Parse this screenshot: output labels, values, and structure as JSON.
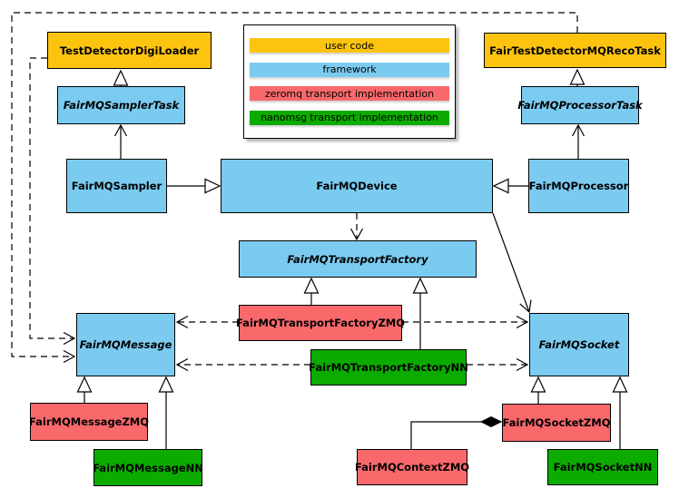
{
  "legend": {
    "items": [
      {
        "key": "user",
        "label": "user code",
        "color": "#FCC40F"
      },
      {
        "key": "framework",
        "label": "framework",
        "color": "#7BCBF1"
      },
      {
        "key": "zeromq",
        "label": "zeromq transport implementation",
        "color": "#F9696C"
      },
      {
        "key": "nanomsg",
        "label": "nanomsg transport implementation",
        "color": "#0BAB00"
      }
    ]
  },
  "nodes": {
    "digi_loader": {
      "label": "TestDetectorDigiLoader",
      "category": "user",
      "abstract": false
    },
    "reco_task": {
      "label": "FairTestDetectorMQRecoTask",
      "category": "user",
      "abstract": false
    },
    "sampler_task": {
      "label": "FairMQSamplerTask",
      "category": "framework",
      "abstract": true
    },
    "processor_task": {
      "label": "FairMQProcessorTask",
      "category": "framework",
      "abstract": true
    },
    "sampler": {
      "label": "FairMQSampler",
      "category": "framework",
      "abstract": false
    },
    "device": {
      "label": "FairMQDevice",
      "category": "framework",
      "abstract": false
    },
    "processor": {
      "label": "FairMQProcessor",
      "category": "framework",
      "abstract": false
    },
    "transport_factory": {
      "label": "FairMQTransportFactory",
      "category": "framework",
      "abstract": true
    },
    "transport_factory_zmq": {
      "label": "FairMQTransportFactoryZMQ",
      "category": "zeromq",
      "abstract": false
    },
    "transport_factory_nn": {
      "label": "FairMQTransportFactoryNN",
      "category": "nanomsg",
      "abstract": false
    },
    "message": {
      "label": "FairMQMessage",
      "category": "framework",
      "abstract": true
    },
    "socket": {
      "label": "FairMQSocket",
      "category": "framework",
      "abstract": true
    },
    "message_zmq": {
      "label": "FairMQMessageZMQ",
      "category": "zeromq",
      "abstract": false
    },
    "message_nn": {
      "label": "FairMQMessageNN",
      "category": "nanomsg",
      "abstract": false
    },
    "context_zmq": {
      "label": "FairMQContextZMQ",
      "category": "zeromq",
      "abstract": false
    },
    "socket_zmq": {
      "label": "FairMQSocketZMQ",
      "category": "zeromq",
      "abstract": false
    },
    "socket_nn": {
      "label": "FairMQSocketNN",
      "category": "nanomsg",
      "abstract": false
    }
  },
  "edges": [
    {
      "from": "sampler_task",
      "to": "digi_loader",
      "type": "inheritance"
    },
    {
      "from": "processor_task",
      "to": "reco_task",
      "type": "inheritance"
    },
    {
      "from": "sampler",
      "to": "device",
      "type": "inheritance"
    },
    {
      "from": "processor",
      "to": "device",
      "type": "inheritance"
    },
    {
      "from": "transport_factory_zmq",
      "to": "transport_factory",
      "type": "inheritance"
    },
    {
      "from": "transport_factory_nn",
      "to": "transport_factory",
      "type": "inheritance"
    },
    {
      "from": "message_zmq",
      "to": "message",
      "type": "inheritance"
    },
    {
      "from": "message_nn",
      "to": "message",
      "type": "inheritance"
    },
    {
      "from": "socket_zmq",
      "to": "socket",
      "type": "inheritance"
    },
    {
      "from": "socket_nn",
      "to": "socket",
      "type": "inheritance"
    },
    {
      "from": "sampler",
      "to": "sampler_task",
      "type": "association"
    },
    {
      "from": "processor",
      "to": "processor_task",
      "type": "association"
    },
    {
      "from": "device",
      "to": "socket",
      "type": "association"
    },
    {
      "from": "context_zmq",
      "to": "socket_zmq",
      "type": "composition"
    },
    {
      "from": "device",
      "to": "transport_factory",
      "type": "dependency"
    },
    {
      "from": "transport_factory_zmq",
      "to": "message",
      "type": "dependency"
    },
    {
      "from": "transport_factory_zmq",
      "to": "socket",
      "type": "dependency"
    },
    {
      "from": "transport_factory_nn",
      "to": "message",
      "type": "dependency"
    },
    {
      "from": "transport_factory_nn",
      "to": "socket",
      "type": "dependency"
    },
    {
      "from": "digi_loader",
      "to": "message",
      "type": "dependency"
    },
    {
      "from": "reco_task",
      "to": "message",
      "type": "dependency"
    }
  ]
}
